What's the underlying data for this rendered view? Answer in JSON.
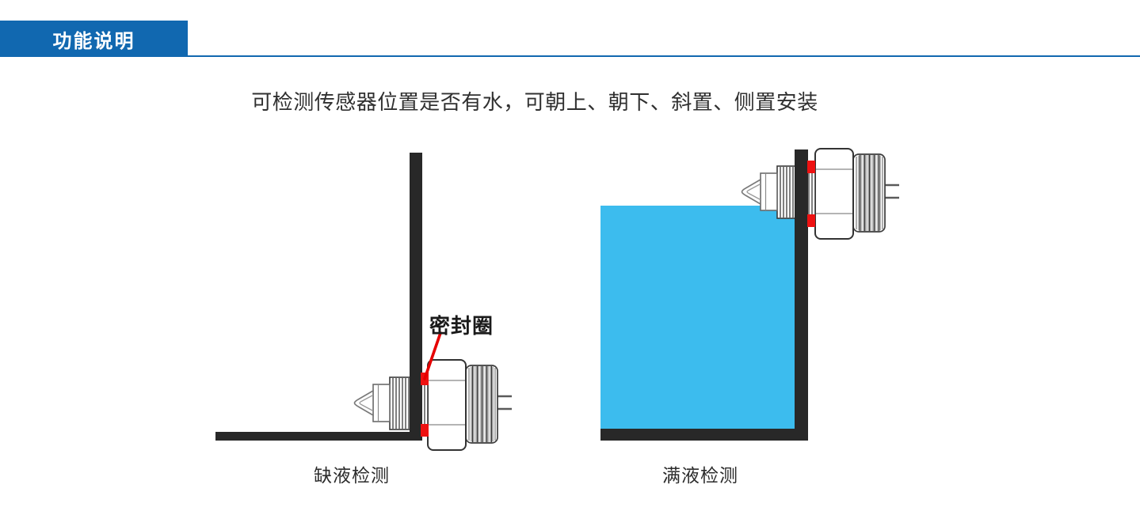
{
  "header": {
    "tab_label": "功能说明"
  },
  "intro": {
    "title": "可检测传感器位置是否有水，可朝上、朝下、斜置、侧置安装"
  },
  "left_diagram": {
    "caption": "缺液检测",
    "seal_label": "密封圈"
  },
  "right_diagram": {
    "caption": "满液检测"
  },
  "colors": {
    "accent_blue": "#1168B0",
    "liquid_cyan": "#3CBCEE",
    "wall_dark": "#282828",
    "seal_red": "#EE1111",
    "text_dark": "#303030"
  }
}
